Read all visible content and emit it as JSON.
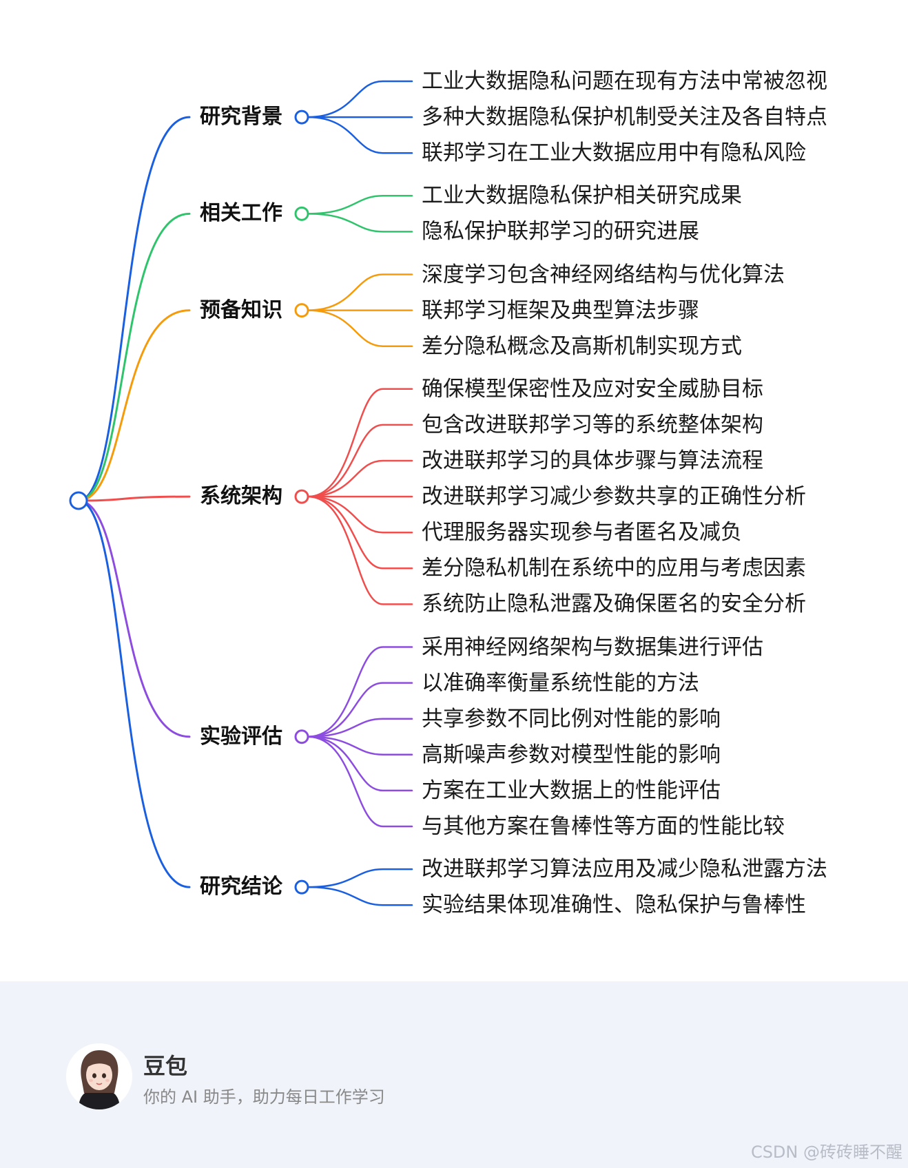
{
  "mindmap": {
    "branches": [
      {
        "label": "研究背景",
        "color": "#1a5fe0",
        "items": [
          "工业大数据隐私问题在现有方法中常被忽视",
          "多种大数据隐私保护机制受关注及各自特点",
          "联邦学习在工业大数据应用中有隐私风险"
        ]
      },
      {
        "label": "相关工作",
        "color": "#2fc46b",
        "items": [
          "工业大数据隐私保护相关研究成果",
          "隐私保护联邦学习的研究进展"
        ]
      },
      {
        "label": "预备知识",
        "color": "#f59b0b",
        "items": [
          "深度学习包含神经网络结构与优化算法",
          "联邦学习框架及典型算法步骤",
          "差分隐私概念及高斯机制实现方式"
        ]
      },
      {
        "label": "系统架构",
        "color": "#f04d4d",
        "items": [
          "确保模型保密性及应对安全威胁目标",
          "包含改进联邦学习等的系统整体架构",
          "改进联邦学习的具体步骤与算法流程",
          "改进联邦学习减少参数共享的正确性分析",
          "代理服务器实现参与者匿名及减负",
          "差分隐私机制在系统中的应用与考虑因素",
          "系统防止隐私泄露及确保匿名的安全分析"
        ]
      },
      {
        "label": "实验评估",
        "color": "#8d4ce0",
        "items": [
          "采用神经网络架构与数据集进行评估",
          "以准确率衡量系统性能的方法",
          "共享参数不同比例对性能的影响",
          "高斯噪声参数对模型性能的影响",
          "方案在工业大数据上的性能评估",
          "与其他方案在鲁棒性等方面的性能比较"
        ]
      },
      {
        "label": "研究结论",
        "color": "#1a5fe0",
        "items": [
          "改进联邦学习算法应用及减少隐私泄露方法",
          "实验结果体现准确性、隐私保护与鲁棒性"
        ]
      }
    ]
  },
  "footer": {
    "brand_name": "豆包",
    "tagline": "你的 AI 助手，助力每日工作学习",
    "watermark": "CSDN @砖砖睡不醒"
  }
}
